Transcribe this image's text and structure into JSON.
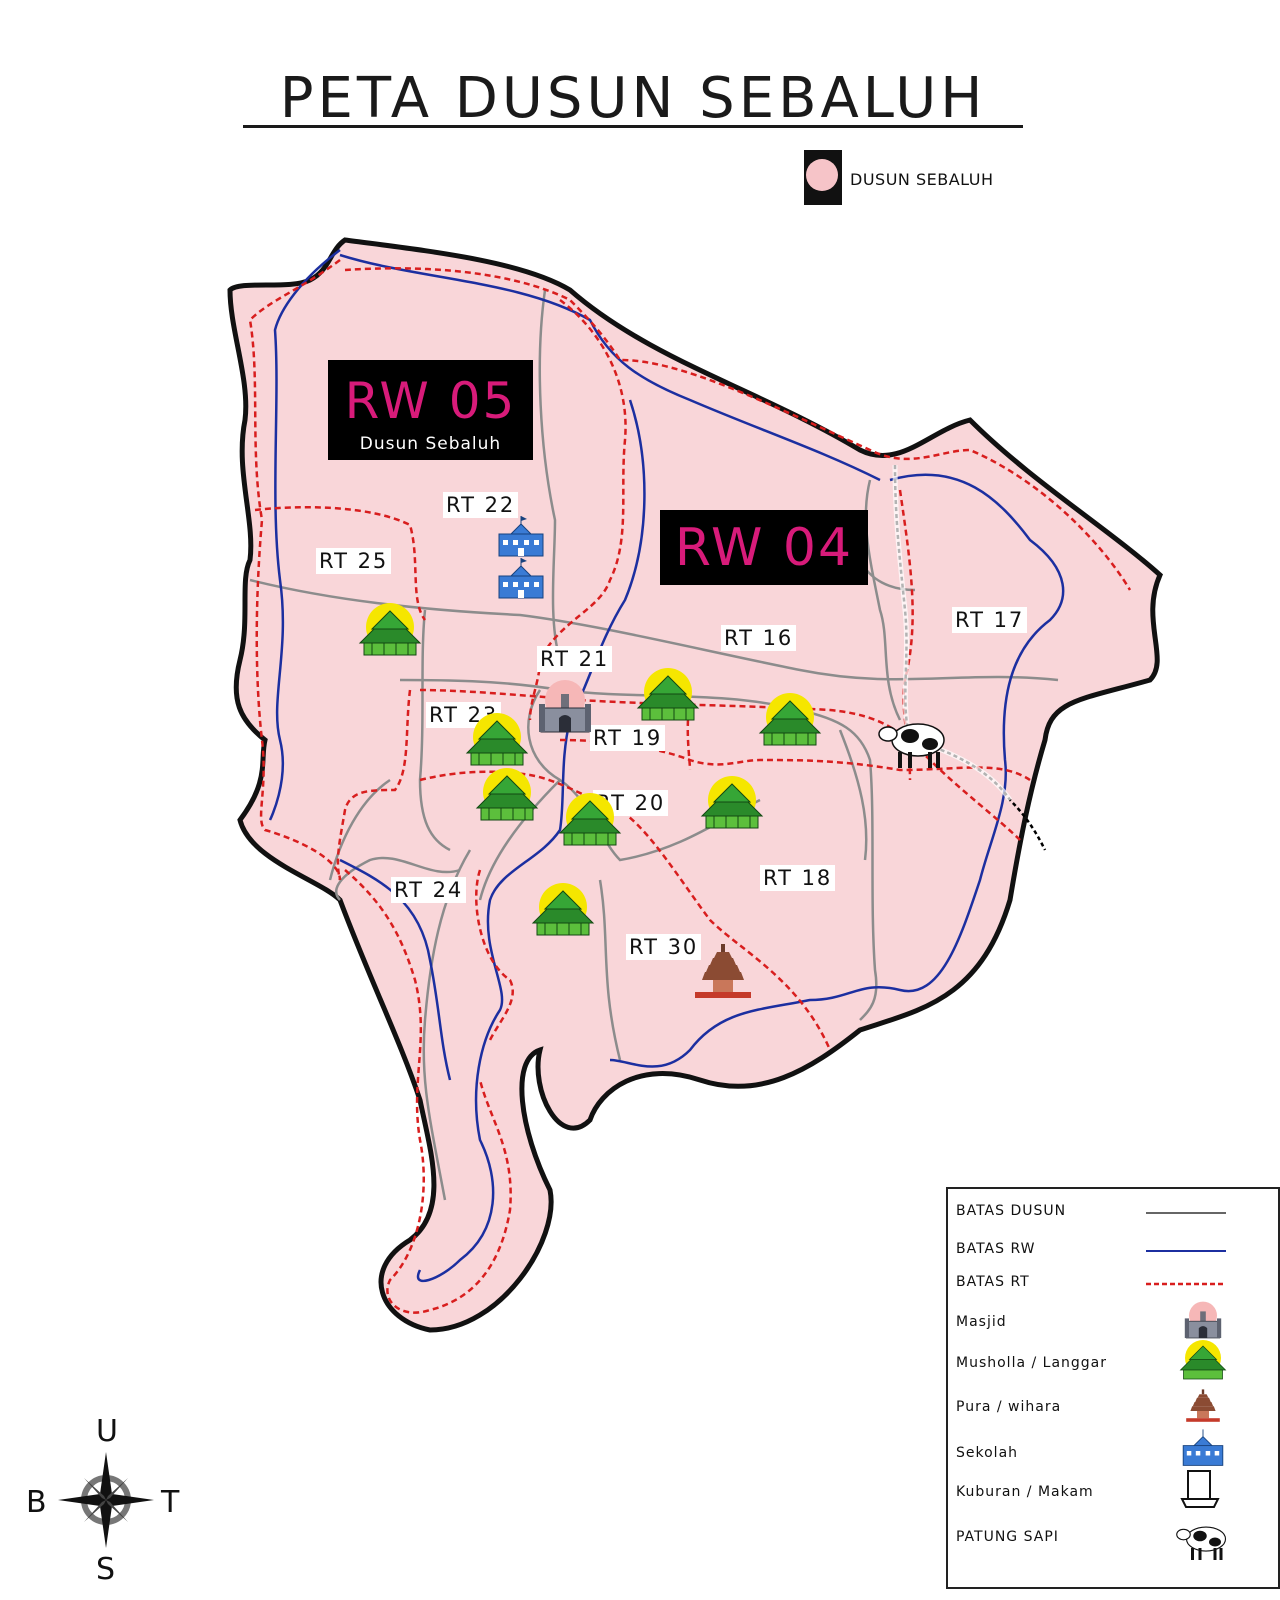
{
  "title": "PETA DUSUN SEBALUH",
  "top_legend": {
    "label": "DUSUN SEBALUH",
    "color": "#f6c4c8"
  },
  "colors": {
    "area_fill": "#f9d6d9",
    "outer_border": "#111111",
    "batas_dusun": "#8c8c8c",
    "batas_rw": "#1c2fa0",
    "batas_rt": "#d81e1e",
    "rw_label": "#d81b7a"
  },
  "rw_labels": [
    {
      "name": "RW 05",
      "sub": "Dusun Sebaluh"
    },
    {
      "name": "RW 04",
      "sub": ""
    }
  ],
  "rt_labels": [
    "RT 22",
    "RT 25",
    "RT 16",
    "RT 17",
    "RT 21",
    "RT 23",
    "RT 19",
    "RT 20",
    "RT 24",
    "RT 18",
    "RT 30"
  ],
  "legend": {
    "items": [
      {
        "label": "BATAS DUSUN",
        "icon": "gray-line"
      },
      {
        "label": "BATAS RW",
        "icon": "blue-line"
      },
      {
        "label": "BATAS RT",
        "icon": "red-dashed-line"
      },
      {
        "label": "Masjid",
        "icon": "masjid-icon"
      },
      {
        "label": "Musholla / Langgar",
        "icon": "musholla-icon"
      },
      {
        "label": "Pura / wihara",
        "icon": "pura-icon"
      },
      {
        "label": "Sekolah",
        "icon": "sekolah-icon"
      },
      {
        "label": "Kuburan / Makam",
        "icon": "makam-icon"
      },
      {
        "label": "PATUNG SAPI",
        "icon": "cow-icon"
      }
    ]
  },
  "compass": {
    "north": "U",
    "south": "S",
    "east": "T",
    "west": "B"
  }
}
